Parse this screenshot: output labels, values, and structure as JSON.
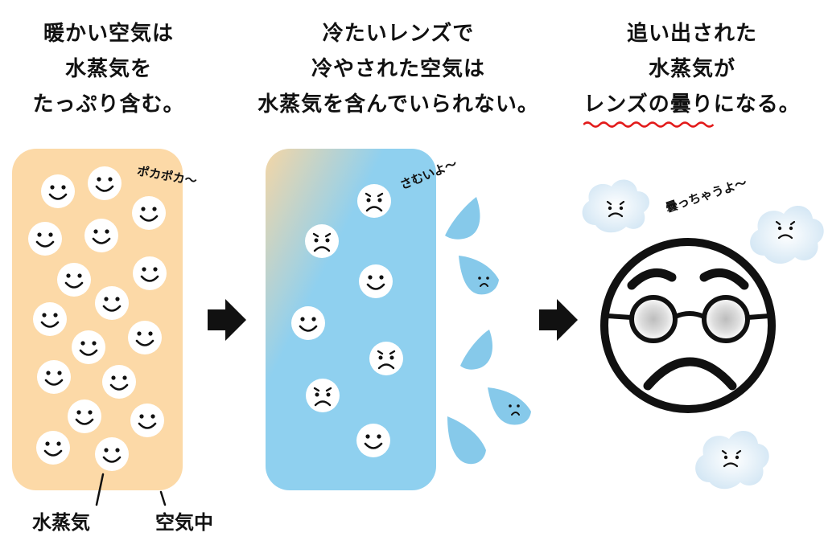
{
  "panels": [
    {
      "caption_lines": [
        "暖かい空気は",
        "水蒸気を",
        "たっぷり含む。"
      ],
      "onomatopoeia": "ポカポカ〜"
    },
    {
      "caption_lines": [
        "冷たいレンズで",
        "冷やされた空気は",
        "水蒸気を含んでいられない。"
      ],
      "onomatopoeia": "さむいよ〜"
    },
    {
      "caption_lines": [
        "追い出された",
        "水蒸気が"
      ],
      "caption_underlined": "レンズの曇り",
      "caption_tail": "になる。",
      "onomatopoeia": "曇っちゃうよ〜"
    }
  ],
  "labels": {
    "vapor": "水蒸気",
    "air": "空気中"
  },
  "colors": {
    "warm_panel": "#fcd9a7",
    "cold_panel": "#8fd0ef",
    "drop": "#86c9ea",
    "cloud": "#dcecf7",
    "underline": "#e21a1a"
  }
}
